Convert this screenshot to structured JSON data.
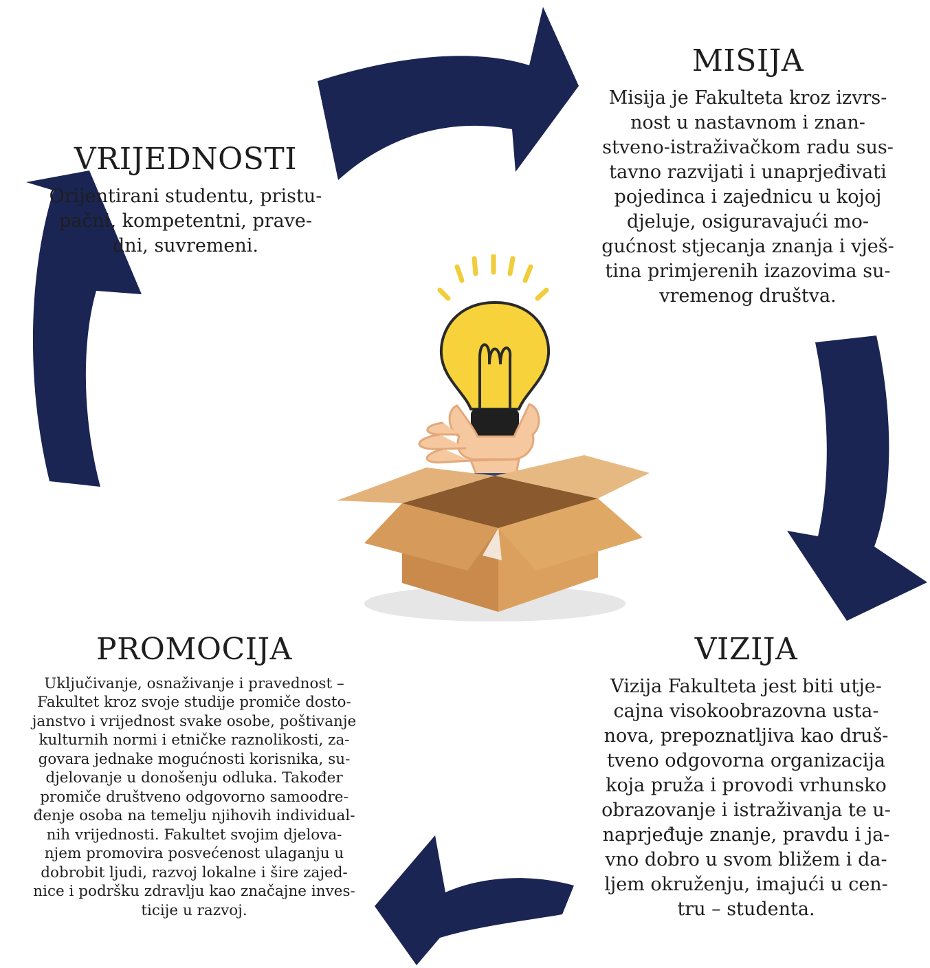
{
  "colors": {
    "arrow": "#1b2553",
    "bulb": "#f7d23a",
    "ray": "#f0cd3a",
    "skin": "#f5c89f",
    "sleeve": "#172a63",
    "box_front": "#dca05e",
    "box_side": "#c98a4c",
    "box_inside": "#8a5a2e"
  },
  "icons": {
    "illustration": "idea-lightbulb-hand-from-box"
  },
  "vrijednosti": {
    "title": "VRIJEDNOSTI",
    "text": "Orijentirani studentu, pristu-\npačni, kompetentni, prave-\ndni, suvremeni."
  },
  "misija": {
    "title": "MISIJA",
    "text": "Misija je Fakulteta kroz izvrs-\nnost u nastavnom i znan-\nstveno-istraživačkom radu sus-\ntavno razvijati i unaprjeđivati\npojedinca i zajednicu u kojoj\ndjeluje, osiguravajući mo-\ngućnost stjecanja znanja i vješ-\ntina primjerenih izazovima su-\nvremenog društva."
  },
  "vizija": {
    "title": "VIZIJA",
    "text": "Vizija Fakulteta jest biti utje-\ncajna visokoobrazovna usta-\nnova, prepoznatljiva kao druš-\ntveno odgovorna organizacija\nkoja pruža i provodi vrhunsko\nobrazovanje i istraživanja te u-\nnaprjeđuje znanje, pravdu i ja-\nvno dobro u svom bližem i da-\nljem okruženju, imajući u cen-\ntru – studenta."
  },
  "promocija": {
    "title": "PROMOCIJA",
    "text": "Uključivanje, osnaživanje i pravednost –\nFakultet kroz svoje studije promiče dosto-\njanstvo i vrijednost svake osobe, poštivanje\nkulturnih normi i etničke raznolikosti, za-\ngovara jednake mogućnosti korisnika, su-\ndjelovanje u donošenju odluka. Također\npromiče društveno odgovorno samoodre-\nđenje osoba na temelju njihovih individual-\nnih vrijednosti. Fakultet svojim djelova-\nnjem promovira posvećenost ulaganju u\ndobrobit ljudi, razvoj lokalne i šire zajed-\nnice i podršku zdravlju kao značajne inves-\nticije u razvoj."
  }
}
